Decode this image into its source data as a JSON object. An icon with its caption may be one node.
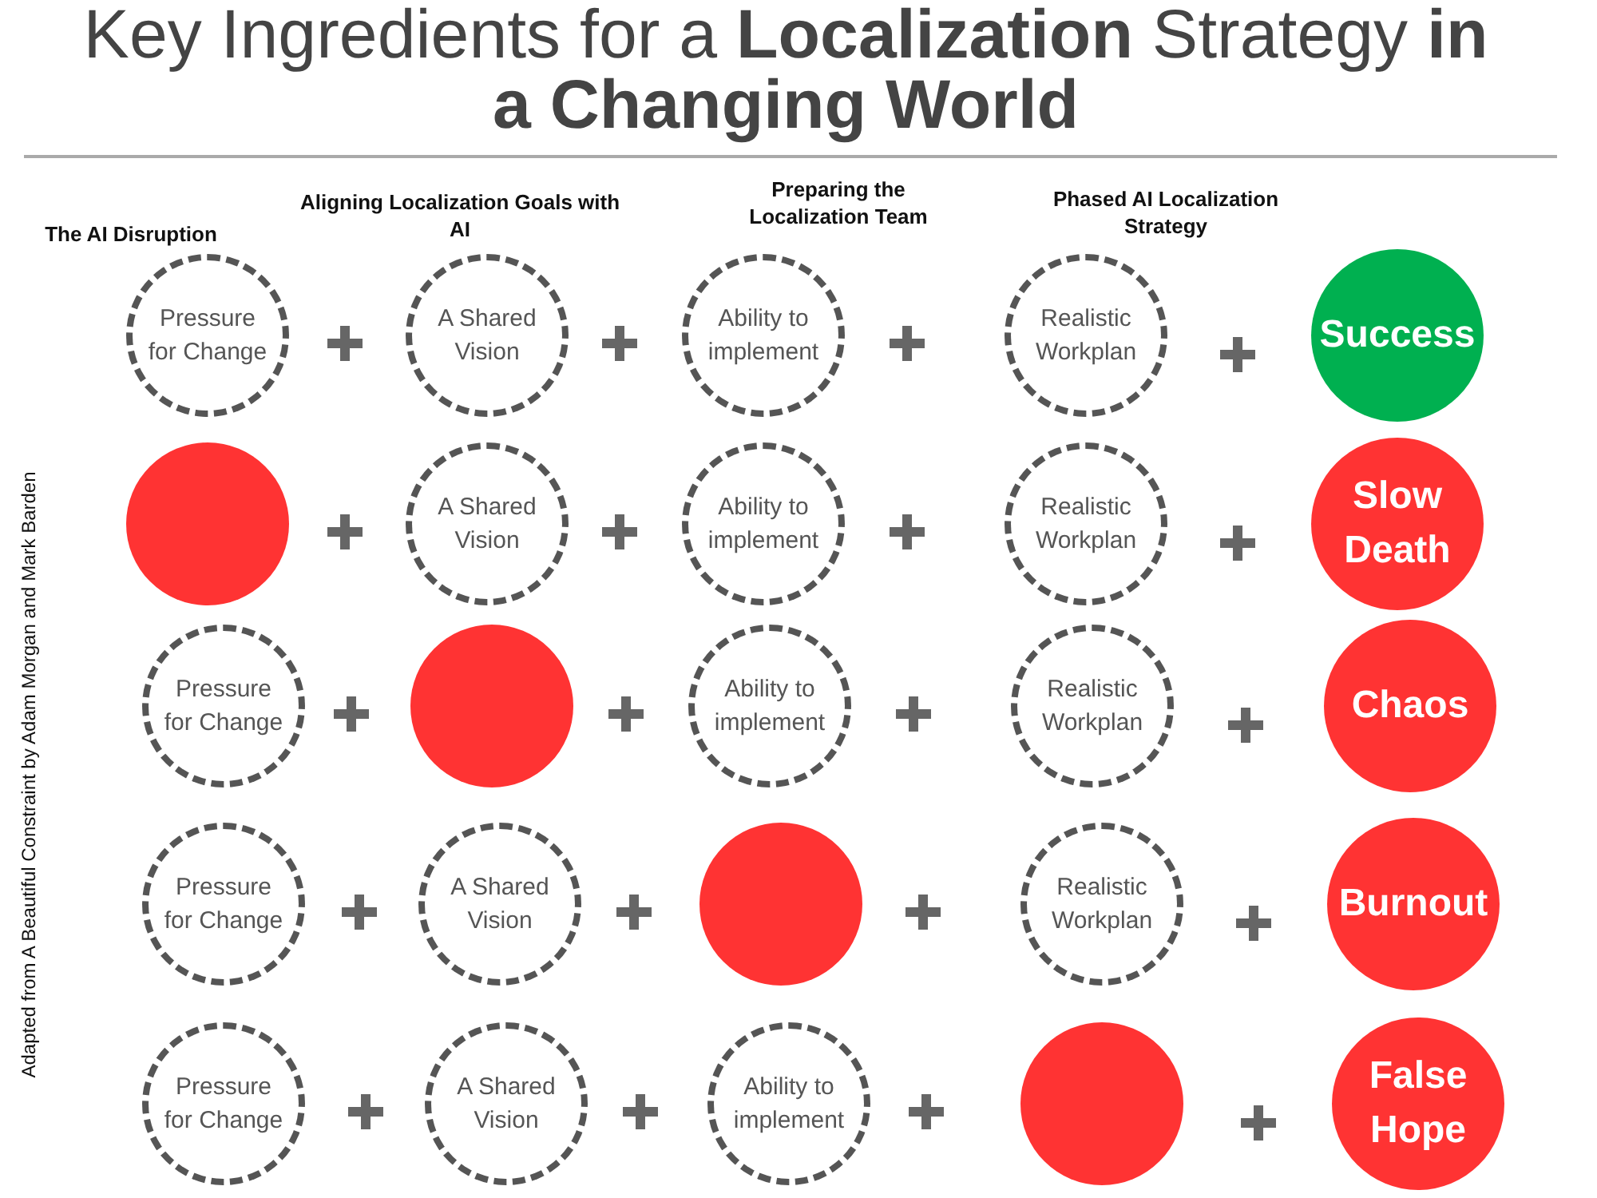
{
  "diagram": {
    "title": "Key Ingredients for a **Localization** Strategy **in a Changing World**",
    "nodes": [
      {
        "text": [
          "Pressure for Change"
        ]
      },
      {
        "text": [
          "A Shared Vision"
        ]
      },
      {
        "text": [
          "Ability to implement"
        ]
      },
      {
        "text": [
          "Realistic Workplan"
        ]
      },
      {
        "text": [
          "Success"
        ]
      },
      {
        "text": [],
        "shape": "circle"
      },
      {
        "text": [
          "A Shared Vision"
        ]
      },
      {
        "text": [
          "Ability to implement"
        ]
      },
      {
        "text": [
          "Realistic Workplan"
        ]
      },
      {
        "text": [
          "Slow Death"
        ]
      },
      {
        "text": [
          "Pressure for Change"
        ]
      },
      {
        "text": [],
        "shape": "circle"
      },
      {
        "text": [
          "Ability to implement"
        ]
      },
      {
        "text": [
          "Realistic Workplan"
        ]
      },
      {
        "text": [
          "Chaos"
        ]
      },
      {
        "text": [
          "Pressure for Change"
        ]
      },
      {
        "text": [
          "A Shared Vision"
        ]
      },
      {
        "text": [],
        "shape": "circle"
      },
      {
        "text": [
          "Realistic Workplan"
        ]
      },
      {
        "text": [
          "Burnout"
        ]
      },
      {
        "text": [
          "Pressure for Change"
        ]
      },
      {
        "text": [
          "A Shared Vision"
        ]
      },
      {
        "text": [
          "Ability to implement"
        ]
      },
      {
        "text": [],
        "shape": "circle"
      },
      {
        "text": [
          "False Hope"
        ]
      }
    ],
    "labels": [
      "The AI Disruption",
      "Aligning Localization Goals with AI",
      "Preparing the Localization Team",
      "Phased AI Localization Strategy",
      "Adapted from A Beautiful Constraint by Adam Morgan and Mark Barden"
    ]
  }
}
